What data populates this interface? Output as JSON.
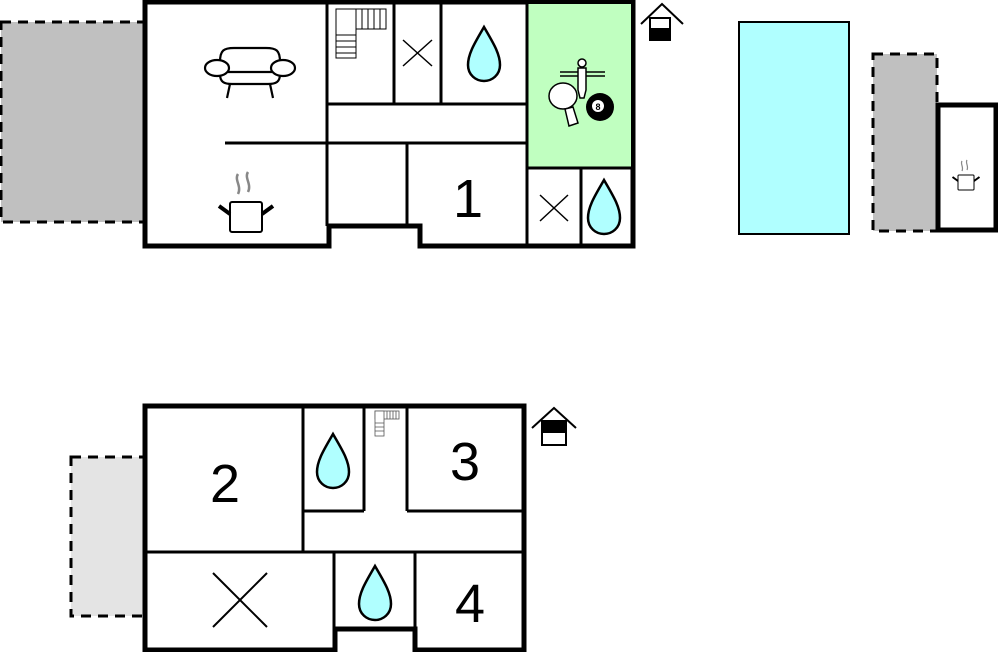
{
  "colors": {
    "wall": "#000000",
    "terrace": "#c0c0c0",
    "terrace_light": "#e4e4e4",
    "water": "#b0ffff",
    "activity_room": "#c0ffc0",
    "pool": "#b0ffff"
  },
  "ground_floor": {
    "floor_icon": "house-ground-floor-icon",
    "rooms": [
      {
        "name": "living-room",
        "icon": "sofa-icon"
      },
      {
        "name": "kitchen",
        "icon": "cooking-pot-icon"
      },
      {
        "name": "staircase",
        "icon": "stairs-icon"
      },
      {
        "name": "toilet-1",
        "icon": "x-toilet-icon"
      },
      {
        "name": "bathroom-1",
        "icon": "water-drop-icon"
      },
      {
        "name": "hallway",
        "icon": ""
      },
      {
        "name": "storage",
        "icon": ""
      },
      {
        "name": "bedroom-1",
        "label": "1"
      },
      {
        "name": "activity-room",
        "icon": "games-icon"
      },
      {
        "name": "toilet-2",
        "icon": "x-toilet-icon"
      },
      {
        "name": "bathroom-2",
        "icon": "water-drop-icon"
      }
    ],
    "billiard_ball_label": "8"
  },
  "outdoor": {
    "pool": "pool",
    "terrace": "terrace",
    "outdoor_kitchen": {
      "icon": "cooking-pot-icon"
    }
  },
  "first_floor": {
    "floor_icon": "house-first-floor-icon",
    "rooms": [
      {
        "name": "bedroom-2",
        "label": "2"
      },
      {
        "name": "bathroom-3",
        "icon": "water-drop-icon"
      },
      {
        "name": "bedroom-3",
        "label": "3"
      },
      {
        "name": "hallway",
        "icon": "stairs-icon"
      },
      {
        "name": "toilet-3",
        "icon": "x-toilet-icon"
      },
      {
        "name": "bathroom-4",
        "icon": "water-drop-icon"
      },
      {
        "name": "bedroom-4",
        "label": "4"
      }
    ]
  }
}
